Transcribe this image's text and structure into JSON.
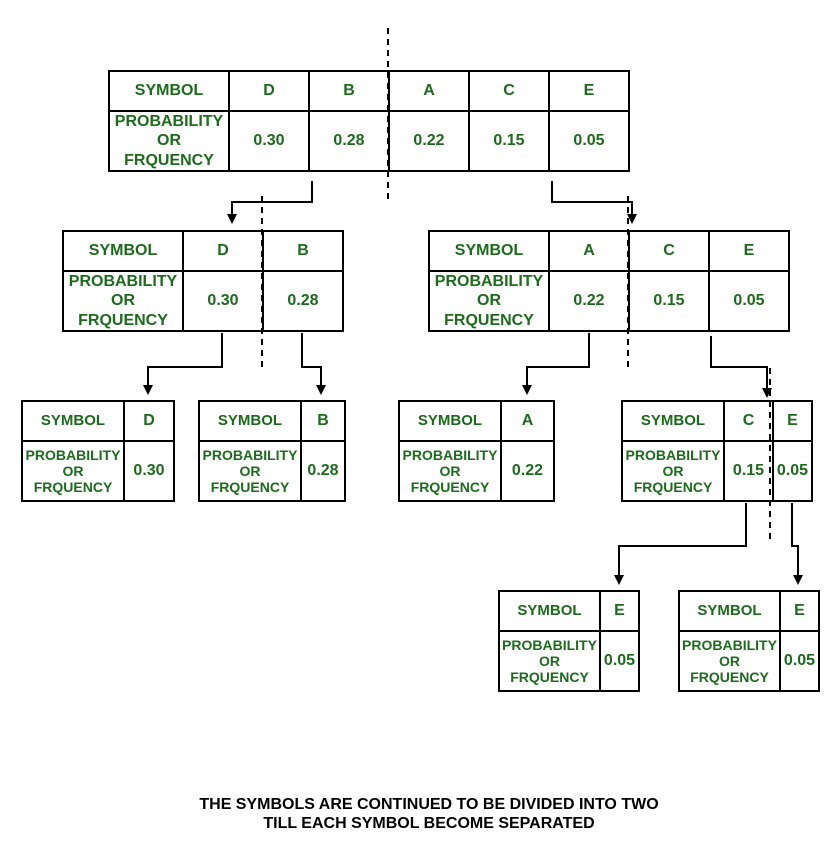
{
  "labels": {
    "symbol": "SYMBOL",
    "probability": [
      "PROBABILITY",
      "OR",
      "FRQUENCY"
    ]
  },
  "tables": [
    {
      "id": "root",
      "entries": [
        {
          "symbol": "D",
          "value": "0.30"
        },
        {
          "symbol": "B",
          "value": "0.28"
        },
        {
          "symbol": "A",
          "value": "0.22"
        },
        {
          "symbol": "C",
          "value": "0.15"
        },
        {
          "symbol": "E",
          "value": "0.05"
        }
      ]
    },
    {
      "id": "left",
      "entries": [
        {
          "symbol": "D",
          "value": "0.30"
        },
        {
          "symbol": "B",
          "value": "0.28"
        }
      ]
    },
    {
      "id": "right",
      "entries": [
        {
          "symbol": "A",
          "value": "0.22"
        },
        {
          "symbol": "C",
          "value": "0.15"
        },
        {
          "symbol": "E",
          "value": "0.05"
        }
      ]
    },
    {
      "id": "leaf-d",
      "entries": [
        {
          "symbol": "D",
          "value": "0.30"
        }
      ]
    },
    {
      "id": "leaf-b",
      "entries": [
        {
          "symbol": "B",
          "value": "0.28"
        }
      ]
    },
    {
      "id": "leaf-a",
      "entries": [
        {
          "symbol": "A",
          "value": "0.22"
        }
      ]
    },
    {
      "id": "ce",
      "entries": [
        {
          "symbol": "C",
          "value": "0.15"
        },
        {
          "symbol": "E",
          "value": "0.05"
        }
      ]
    },
    {
      "id": "leaf-e1",
      "entries": [
        {
          "symbol": "E",
          "value": "0.05"
        }
      ]
    },
    {
      "id": "leaf-e2",
      "entries": [
        {
          "symbol": "E",
          "value": "0.05"
        }
      ]
    }
  ],
  "caption": {
    "line1": "THE SYMBOLS ARE CONTINUED TO BE DIVIDED INTO TWO",
    "line2": "TILL EACH SYMBOL BECOME SEPARATED"
  }
}
